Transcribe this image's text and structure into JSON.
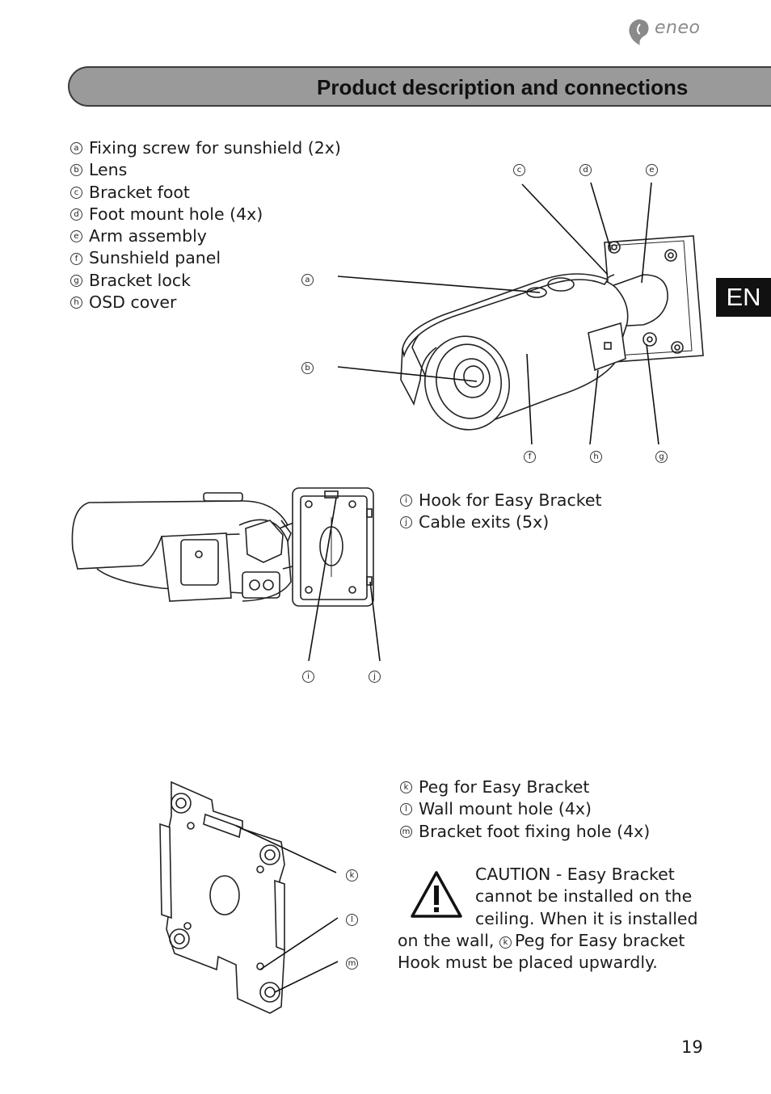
{
  "brand": {
    "name": "eneo"
  },
  "header": {
    "title": "Product description and connections"
  },
  "lang_tab": "EN",
  "list1": [
    {
      "letter": "a",
      "text": "Fixing screw for sunshield (2x)"
    },
    {
      "letter": "b",
      "text": "Lens"
    },
    {
      "letter": "c",
      "text": "Bracket foot"
    },
    {
      "letter": "d",
      "text": "Foot mount hole (4x)"
    },
    {
      "letter": "e",
      "text": "Arm assembly"
    },
    {
      "letter": "f",
      "text": "Sunshield panel"
    },
    {
      "letter": "g",
      "text": "Bracket lock"
    },
    {
      "letter": "h",
      "text": "OSD cover"
    }
  ],
  "list2": [
    {
      "letter": "i",
      "text": "Hook for Easy Bracket"
    },
    {
      "letter": "j",
      "text": "Cable exits (5x)"
    }
  ],
  "list3": [
    {
      "letter": "k",
      "text": "Peg for Easy Bracket"
    },
    {
      "letter": "l",
      "text": "Wall mount hole (4x)"
    },
    {
      "letter": "m",
      "text": "Bracket foot fixing hole (4x)"
    }
  ],
  "caution": {
    "text": "CAUTION - Easy Bracket cannot be installed on the ceiling. When it is installed",
    "text2_prefix": "on the wall,",
    "ref_letter": "k",
    "text2_suffix": "Peg for Easy bracket Hook must be placed upwardly."
  },
  "callouts": {
    "c": "c",
    "d": "d",
    "e": "e",
    "a": "a",
    "b": "b",
    "f": "f",
    "h": "h",
    "g": "g",
    "i": "i",
    "j": "j",
    "k": "k",
    "l": "l",
    "m": "m"
  },
  "page_number": "19"
}
